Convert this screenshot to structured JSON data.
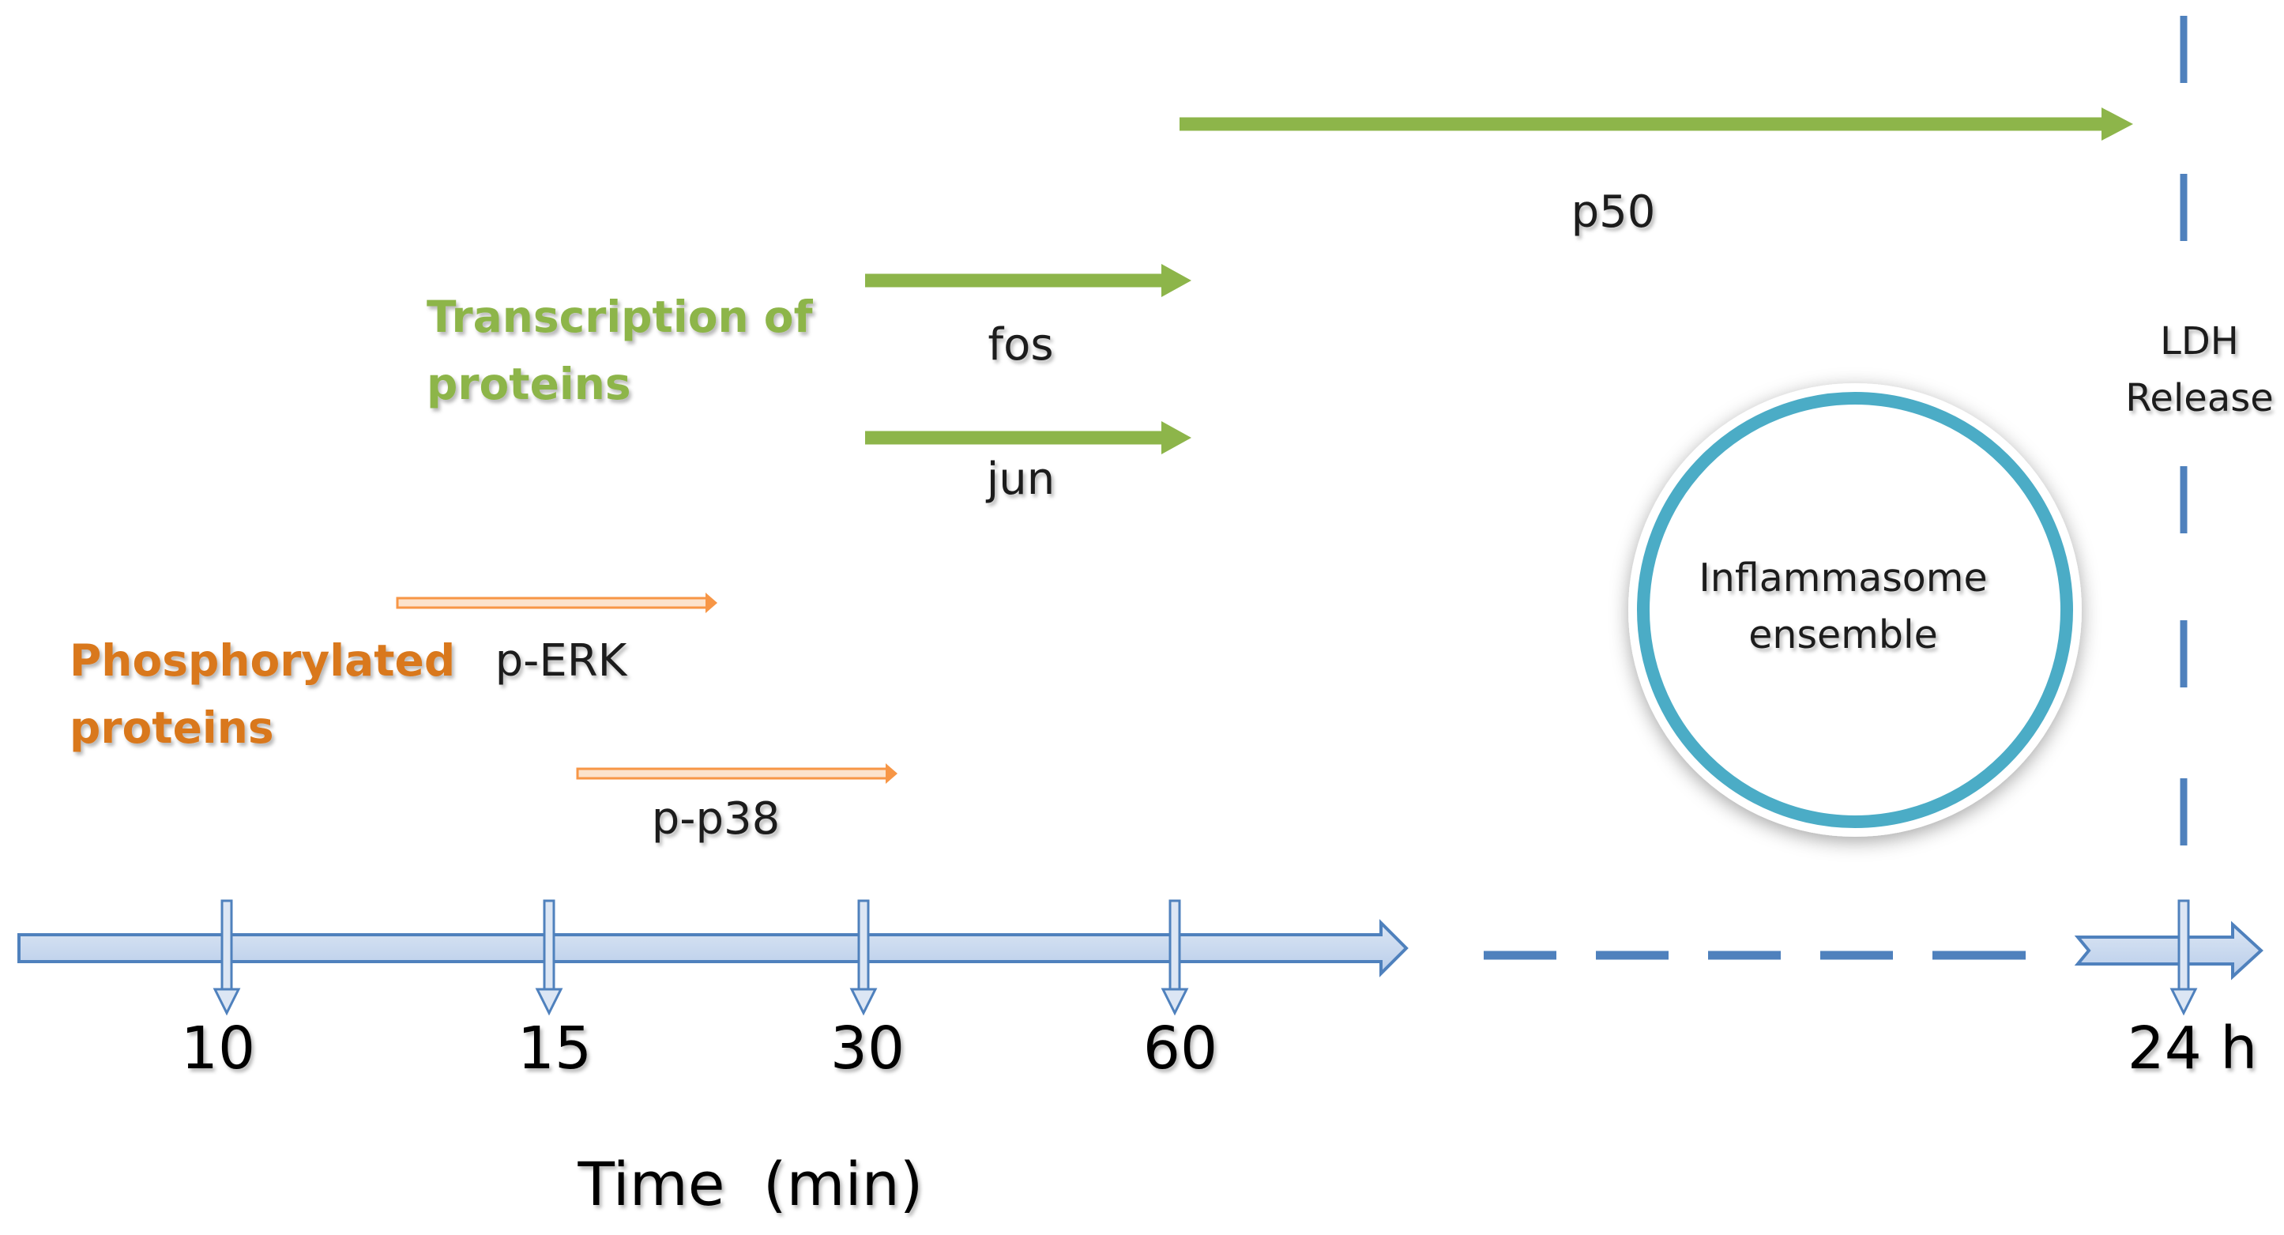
{
  "groups": {
    "transcription": {
      "line1": "Transcription of",
      "line2": "proteins",
      "color": "#8DB54A"
    },
    "phosphorylated": {
      "line1": "Phosphorylated",
      "line2": "proteins",
      "color": "#D9781F"
    }
  },
  "events": {
    "p50": "p50",
    "fos": "fos",
    "jun": "jun",
    "p_erk": "p-ERK",
    "p_p38": "p-p38",
    "ldh_line1": "LDH",
    "ldh_line2": "Release",
    "inflammasome_line1": "Inflammasome",
    "inflammasome_line2": "ensemble"
  },
  "axis": {
    "ticks": [
      "10",
      "15",
      "30",
      "60",
      "24 h"
    ],
    "title": "Time  (min)"
  },
  "colors": {
    "green_arrow": "#8DB54A",
    "orange_arrow": "#F79646",
    "timeline_fill": "#C6D9F1",
    "timeline_stroke": "#4F81BD",
    "dash": "#4F81BD",
    "circle": "#4BACC6"
  }
}
